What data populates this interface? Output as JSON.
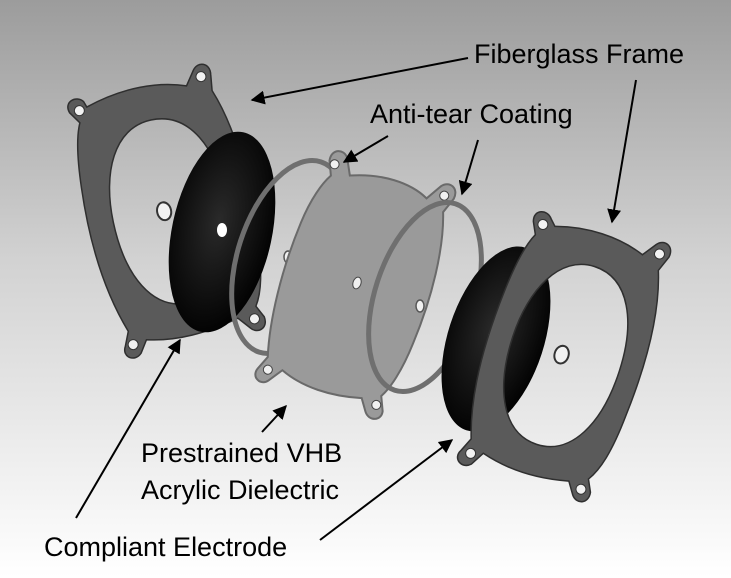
{
  "labels": {
    "fiberglass_frame": "Fiberglass Frame",
    "anti_tear_coating": "Anti-tear Coating",
    "prestrained_line1": "Prestrained VHB",
    "prestrained_line2": "Acrylic Dielectric",
    "compliant_electrode": "Compliant Electrode"
  },
  "colors": {
    "frame": "#5a5a5a",
    "electrode": "#050505",
    "dielectric": "#9a9a9a",
    "coating": "#6f6f6f",
    "background_light": "#ffffff",
    "background_dark": "#9c9c9c"
  }
}
